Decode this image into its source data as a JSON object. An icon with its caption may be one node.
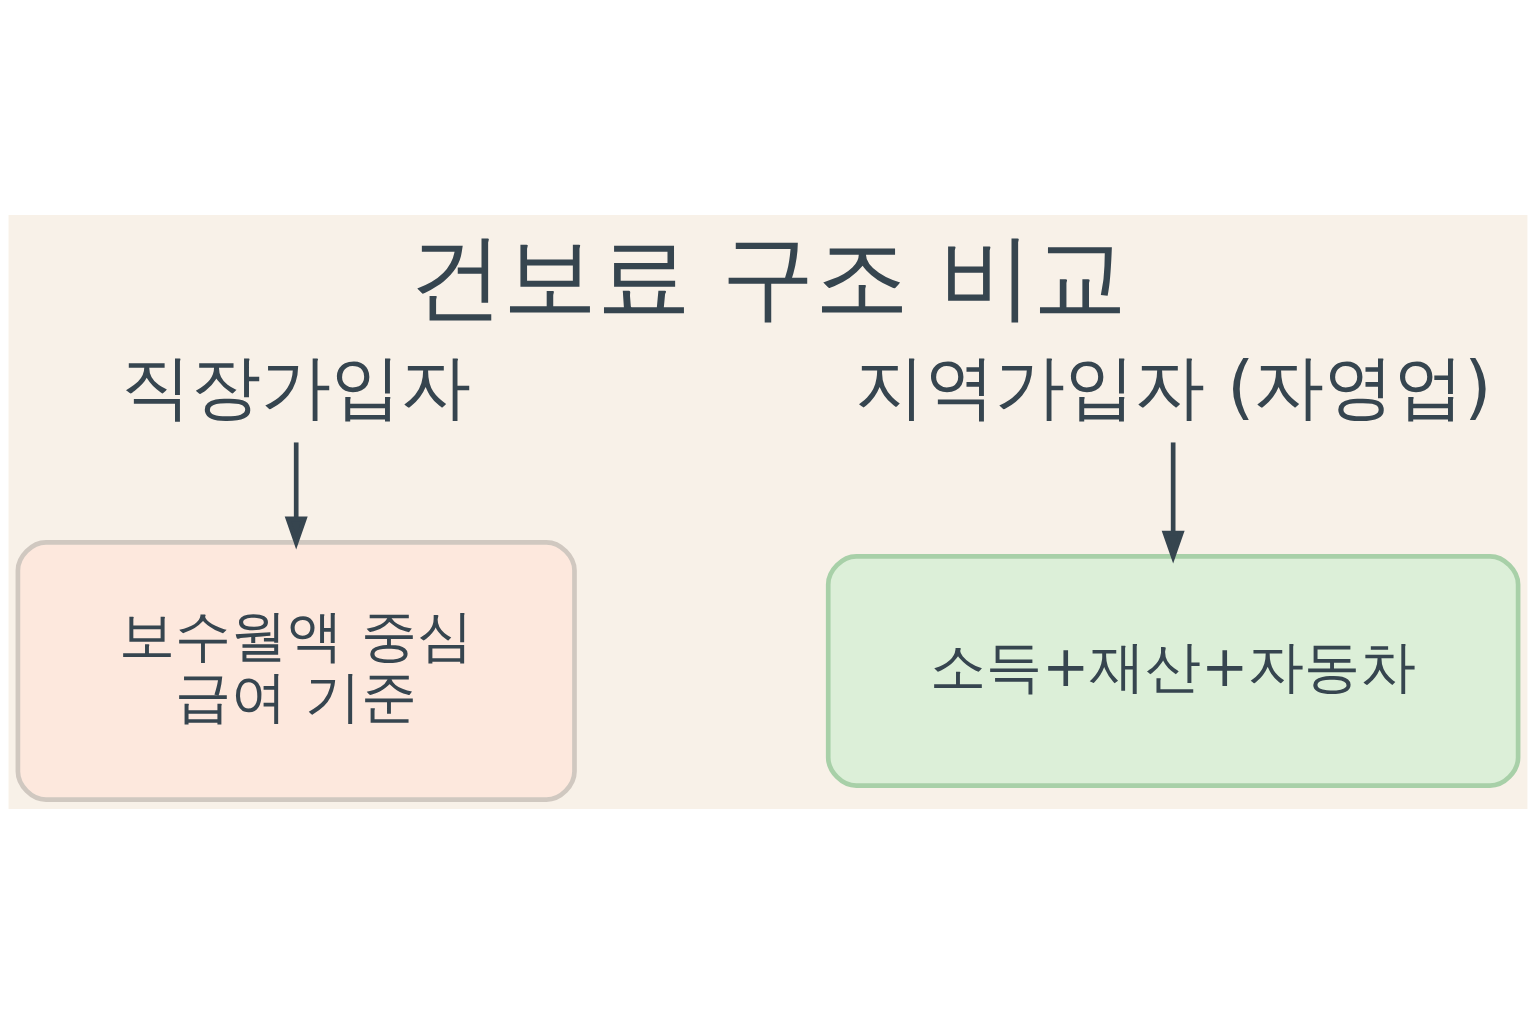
{
  "diagram": {
    "title": "건보료 구조 비교",
    "nodes": [
      {
        "text": [
          "직장가입자"
        ]
      },
      {
        "text": [
          "보수월액 중심",
          "급여 기준"
        ]
      },
      {
        "text": [
          "지역가입자 (자영업)"
        ]
      },
      {
        "text": [
          "소득+재산+자동차"
        ]
      }
    ],
    "edges": [
      {
        "from": 0,
        "to": 1,
        "arrow": "to"
      },
      {
        "from": 2,
        "to": 3,
        "arrow": "to"
      }
    ]
  }
}
